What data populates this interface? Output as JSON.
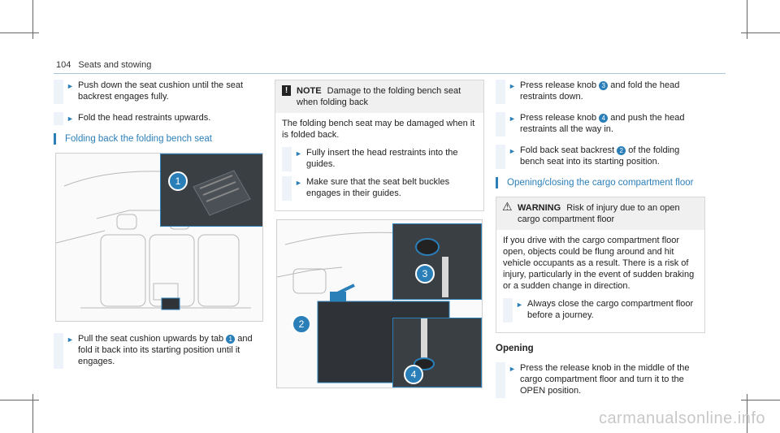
{
  "header": {
    "page_number": "104",
    "section": "Seats and stowing"
  },
  "col1": {
    "step1": "Push down the seat cushion until the seat backrest engages fully.",
    "step2": "Fold the head restraints upwards.",
    "section_title": "Folding back the folding bench seat",
    "figure_callouts": [
      "1"
    ],
    "step3_pre": "Pull the seat cushion upwards by tab",
    "step3_num": "1",
    "step3_post": "and fold it back into its starting position until it engages."
  },
  "col2": {
    "note_label": "NOTE",
    "note_title": "Damage to the folding bench seat when folding back",
    "note_body": "The folding bench seat may be damaged when it is folded back.",
    "note_step1": "Fully insert the head restraints into the guides.",
    "note_step2": "Make sure that the seat belt buckles engages in their guides.",
    "figure_callouts": [
      "2",
      "3",
      "4"
    ]
  },
  "col3": {
    "step1_pre": "Press release knob",
    "step1_num": "3",
    "step1_post": "and fold the head restraints down.",
    "step2_pre": "Press release knob",
    "step2_num": "4",
    "step2_post": "and push the head restraints all the way in.",
    "step3_pre": "Fold back seat backrest",
    "step3_num": "2",
    "step3_post": "of the folding bench seat into its starting position.",
    "section_title": "Opening/closing the cargo compartment floor",
    "warn_label": "WARNING",
    "warn_title": "Risk of injury due to an open cargo compartment floor",
    "warn_body": "If you drive with the cargo compartment floor open, objects could be flung around and hit vehicle occupants as a result. There is a risk of injury, particularly in the event of sudden braking or a sudden change in direction.",
    "warn_step": "Always close the cargo compartment floor before a journey.",
    "subhead": "Opening",
    "open_step": "Press the release knob in the middle of the cargo compartment floor and turn it to the OPEN position."
  },
  "watermark": "carmanualsonline.info",
  "colors": {
    "accent": "#2b7fb8",
    "bar": "#edf3f8"
  }
}
